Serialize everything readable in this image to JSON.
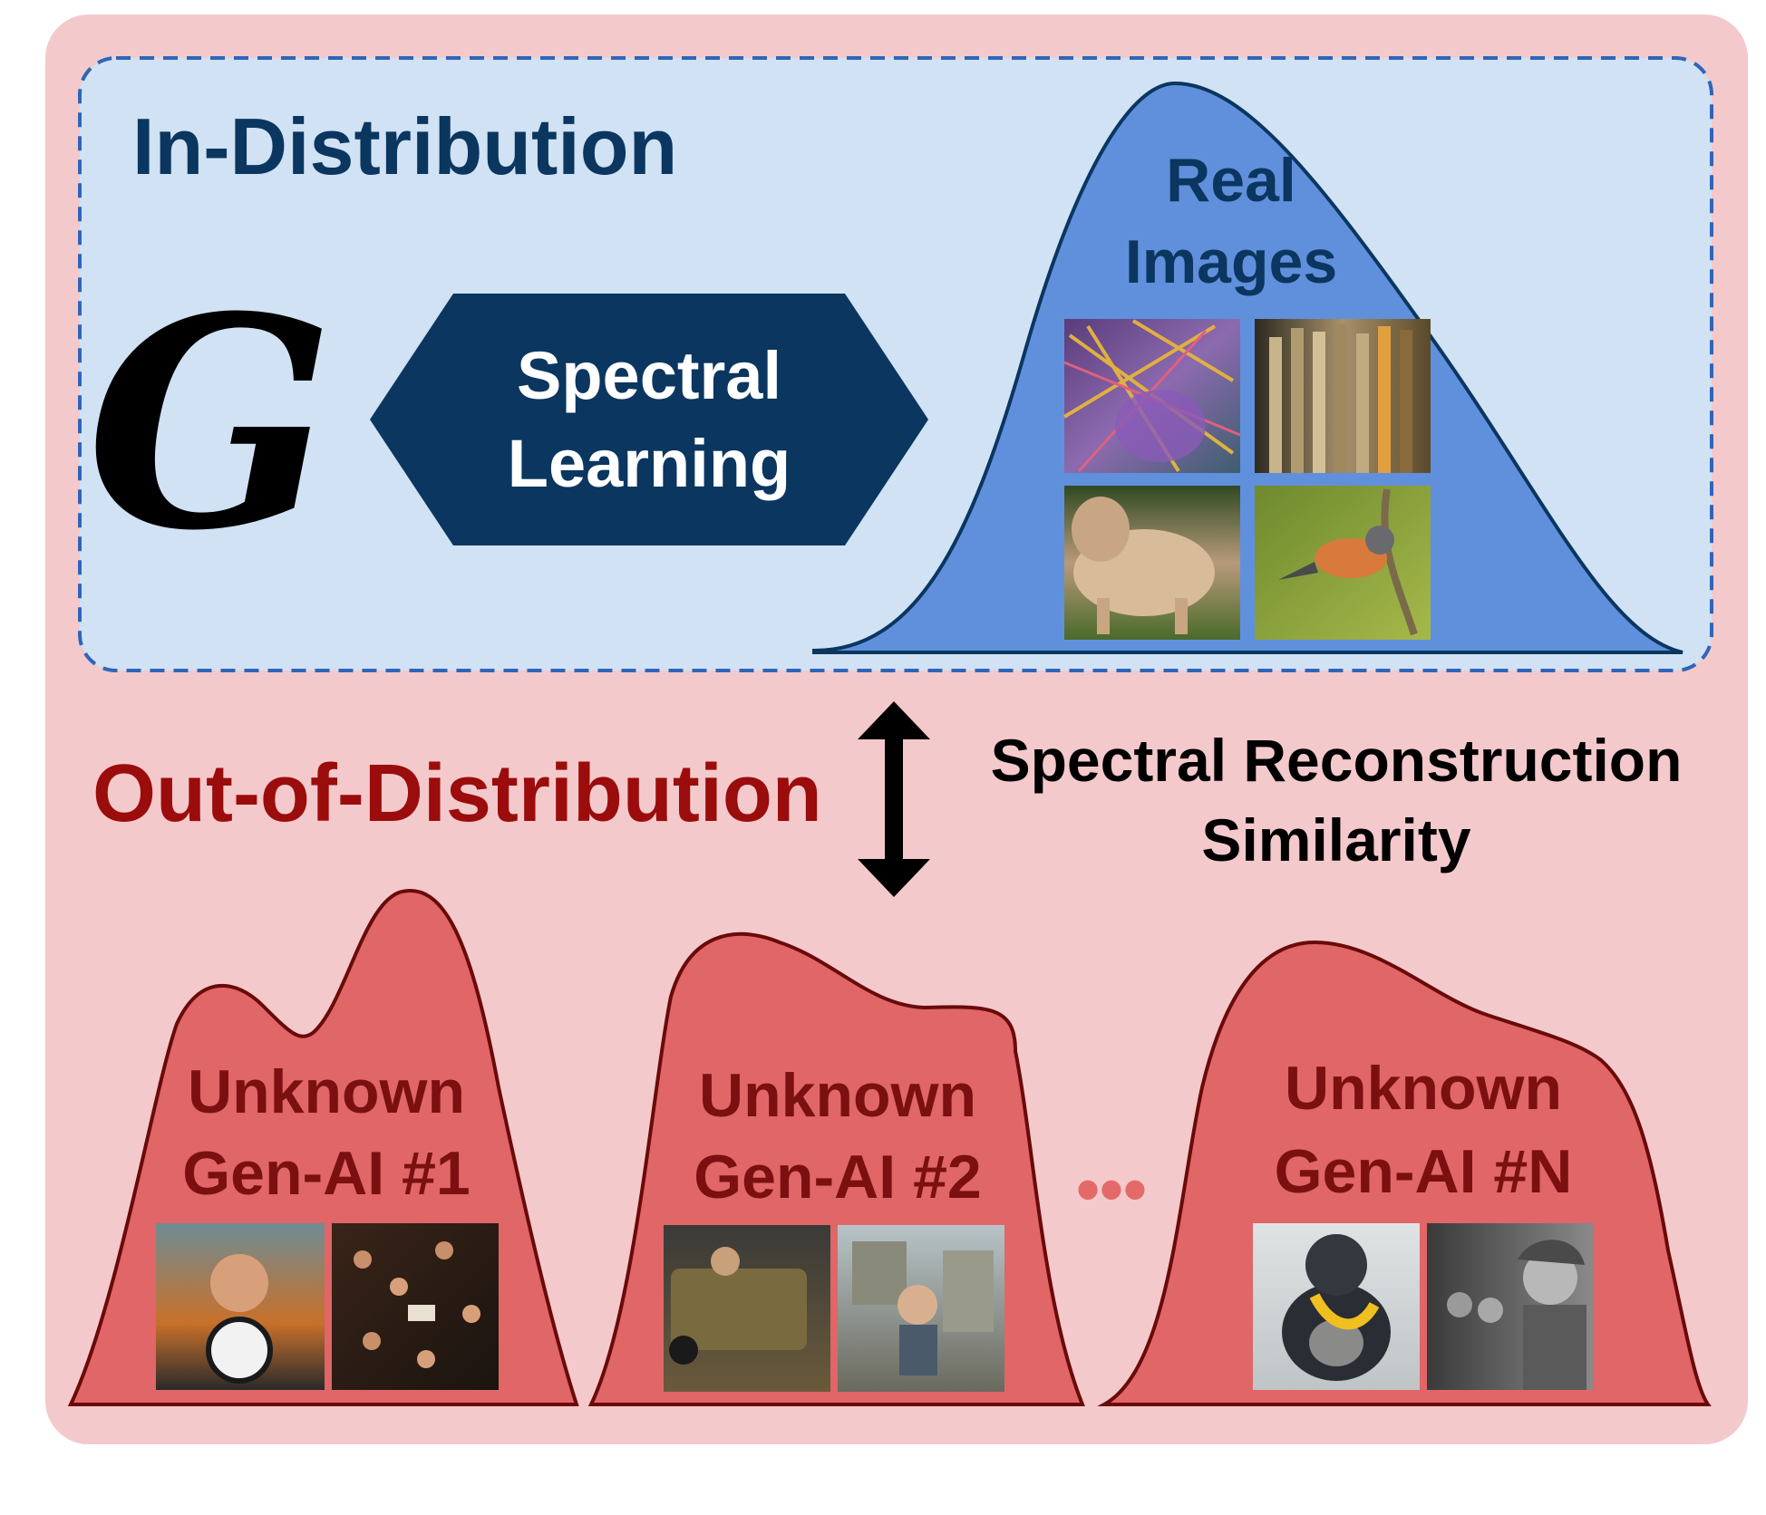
{
  "in_distribution": {
    "title": "In-Distribution",
    "generator_symbol": "G",
    "learning_label_line1": "Spectral",
    "learning_label_line2": "Learning",
    "real_label_line1": "Real",
    "real_label_line2": "Images",
    "real_thumbnails": [
      "colorful-yarn-photo",
      "wooden-fence-photo",
      "shaggy-dog-photo",
      "finch-bird-photo"
    ]
  },
  "connector": {
    "label_line1": "Spectral Reconstruction",
    "label_line2": "Similarity"
  },
  "out_of_distribution": {
    "title": "Out-of-Distribution",
    "ellipsis": "•••",
    "generators": [
      {
        "line1": "Unknown",
        "line2": "Gen-AI #1",
        "thumbnails": [
          "goalkeeper-photo",
          "crowd-photo"
        ]
      },
      {
        "line1": "Unknown",
        "line2": "Gen-AI #2",
        "thumbnails": [
          "soldier-car-photo",
          "child-ruins-photo"
        ]
      },
      {
        "line1": "Unknown",
        "line2": "Gen-AI #N",
        "thumbnails": [
          "gorilla-banana-photo",
          "vintage-crowd-photo"
        ]
      }
    ]
  },
  "colors": {
    "outer_bg": "#f4c9cb",
    "inner_bg": "#d0e2f4",
    "dash_border": "#2f65b8",
    "blue_curve": "#6090dc",
    "navy": "#0b3660",
    "red_curve": "#e06667",
    "dark_red": "#7a1010",
    "ood_title": "#9b0c0c",
    "ellipsis": "#e46a6a"
  }
}
